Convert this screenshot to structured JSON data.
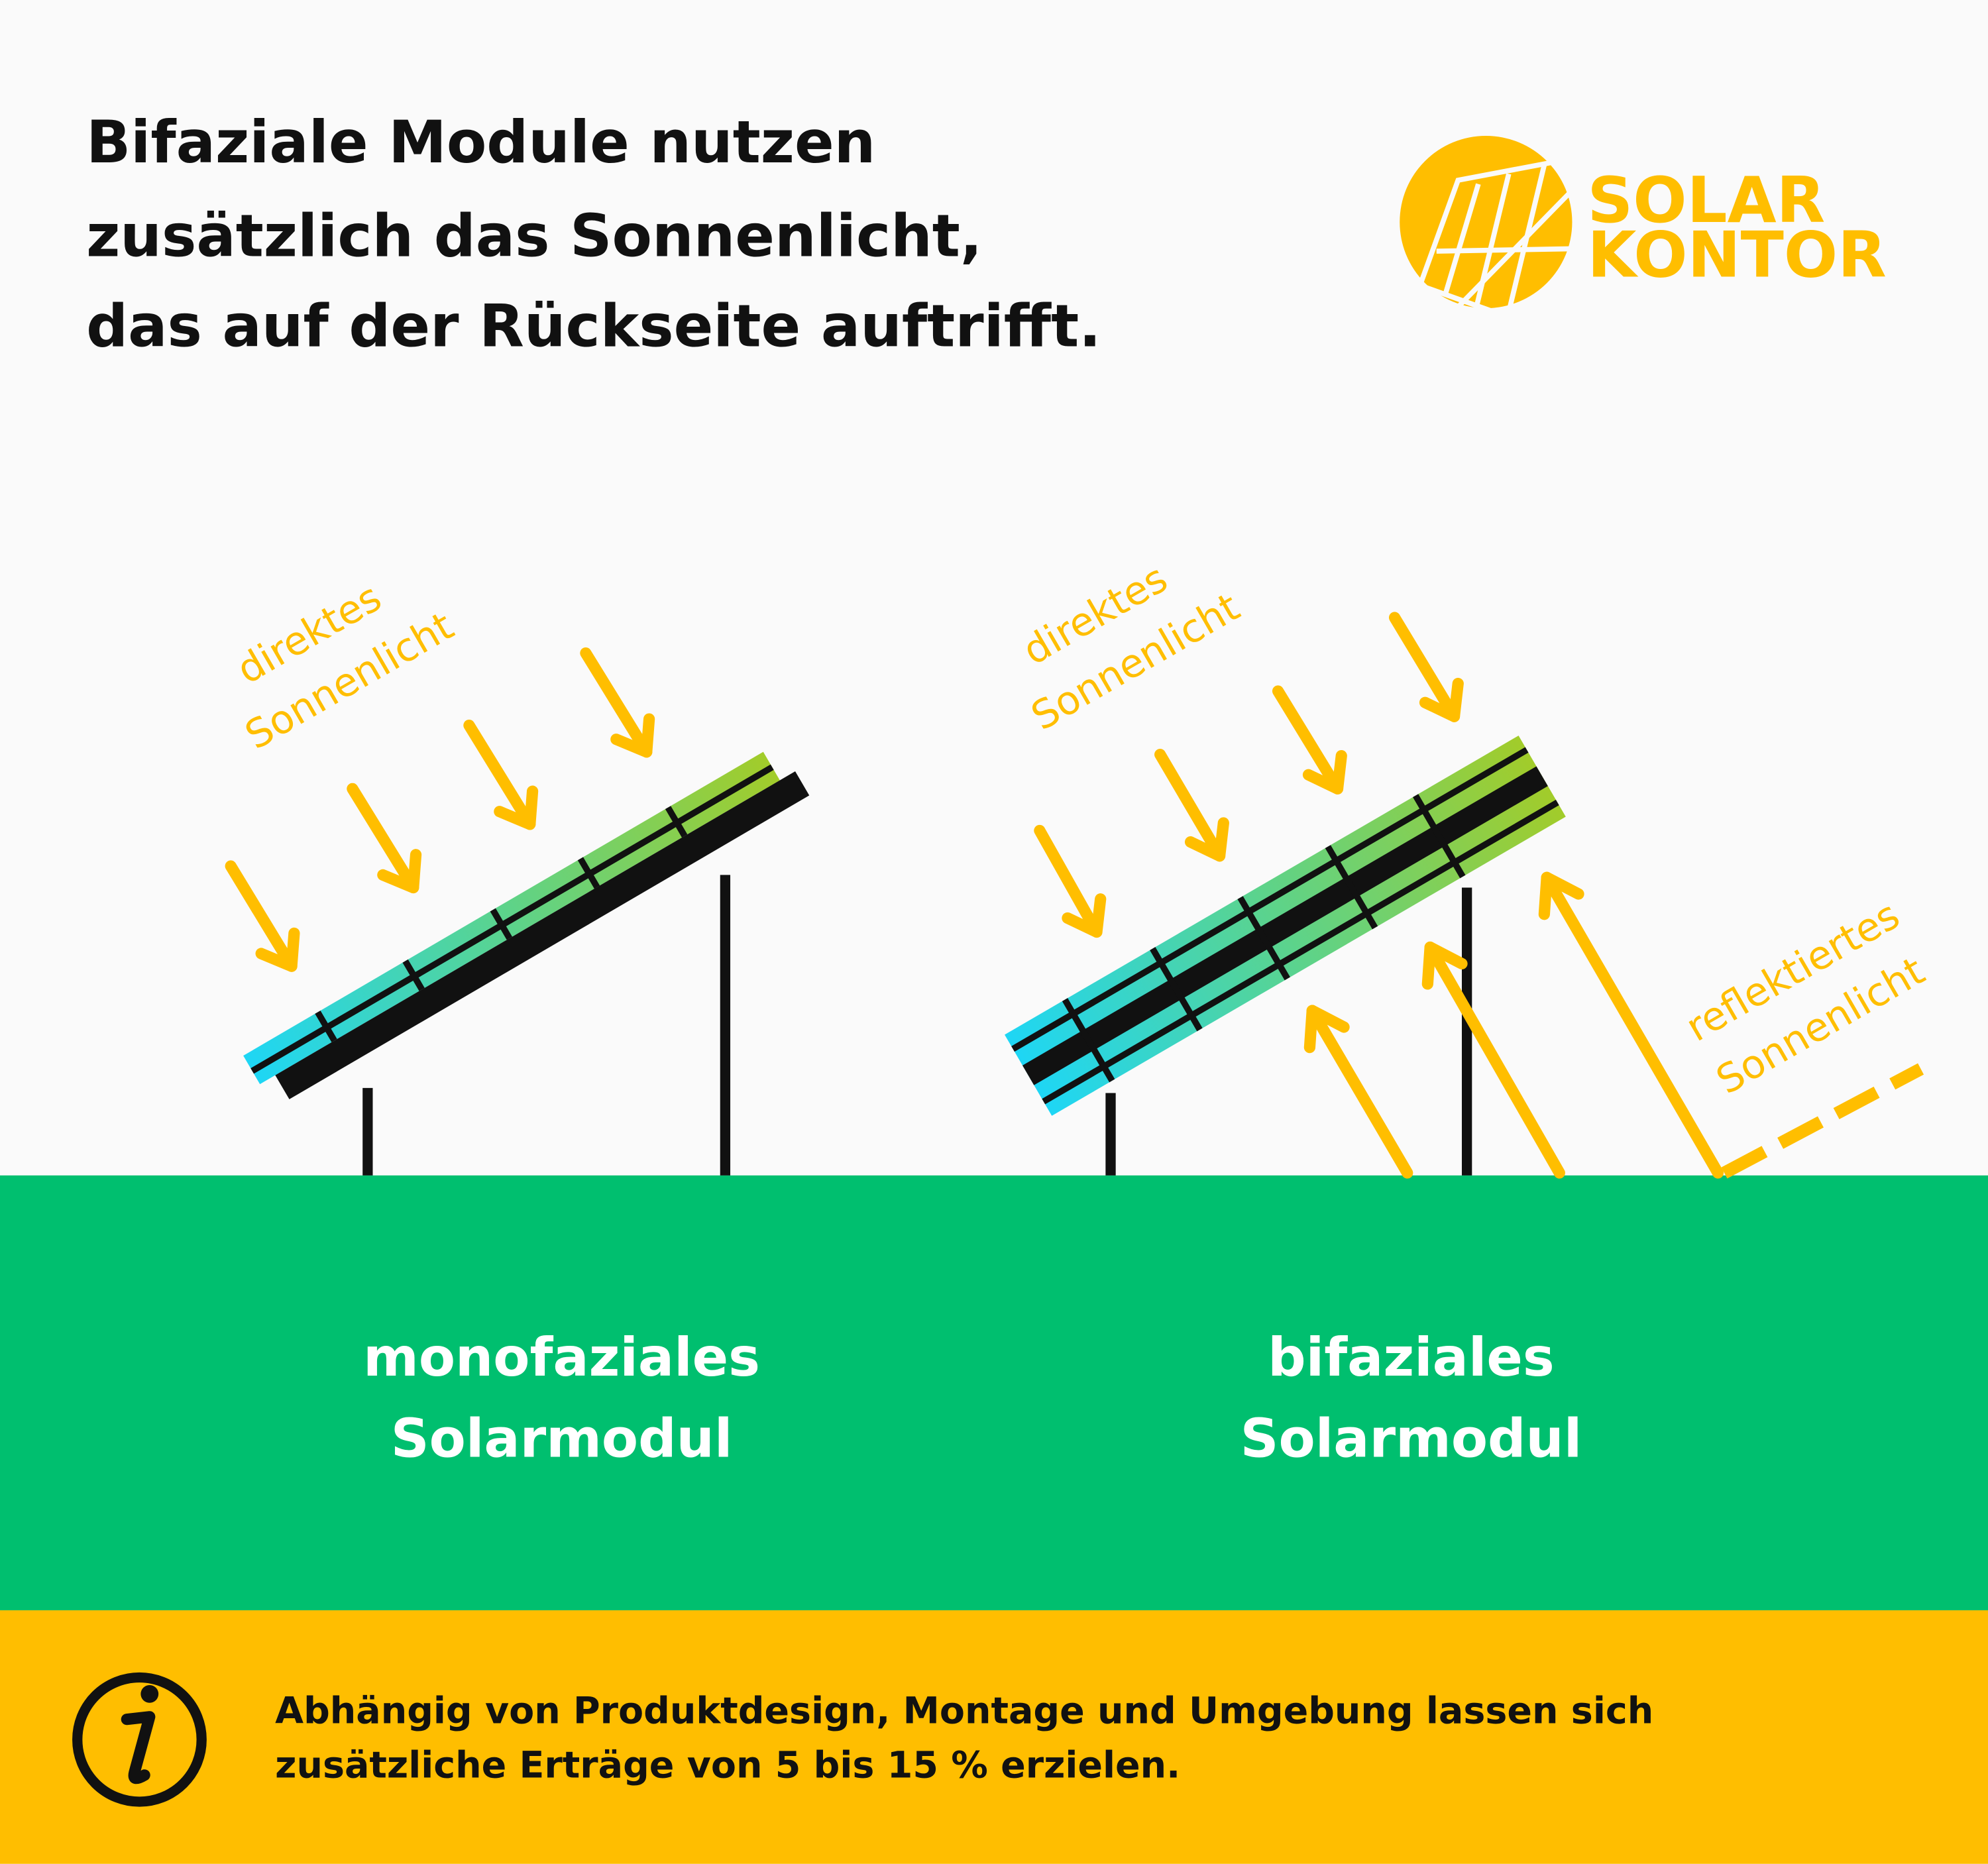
{
  "title": {
    "line1": "Bifaziale Module nutzen",
    "line2": "zusätzlich das Sonnenlicht,",
    "line3": "das auf der Rückseite auftrifft."
  },
  "logo": {
    "line1": "SOLAR",
    "line2": "KONTOR"
  },
  "mono": {
    "annotation_line1": "direktes",
    "annotation_line2": "Sonnenlicht",
    "label_line1": "monofaziales",
    "label_line2": "Solarmodul"
  },
  "bi": {
    "annotation_line1": "direktes",
    "annotation_line2": "Sonnenlicht",
    "reflect_line1": "reflektiertes",
    "reflect_line2": "Sonnenlicht",
    "label_line1": "bifaziales",
    "label_line2": "Solarmodul"
  },
  "info": {
    "icon": "info-icon",
    "line1": "Abhängig von Produktdesign, Montage und Umgebung lassen sich",
    "line2": "zusätzliche Erträge von 5 bis 15 % erzielen."
  },
  "colors": {
    "accent_yellow": "#FFBE00",
    "ground_green": "#00BF6F",
    "panel_gradient_start": "#1ED6F5",
    "panel_gradient_end": "#A2CC2A",
    "background": "#FAFAFA"
  }
}
